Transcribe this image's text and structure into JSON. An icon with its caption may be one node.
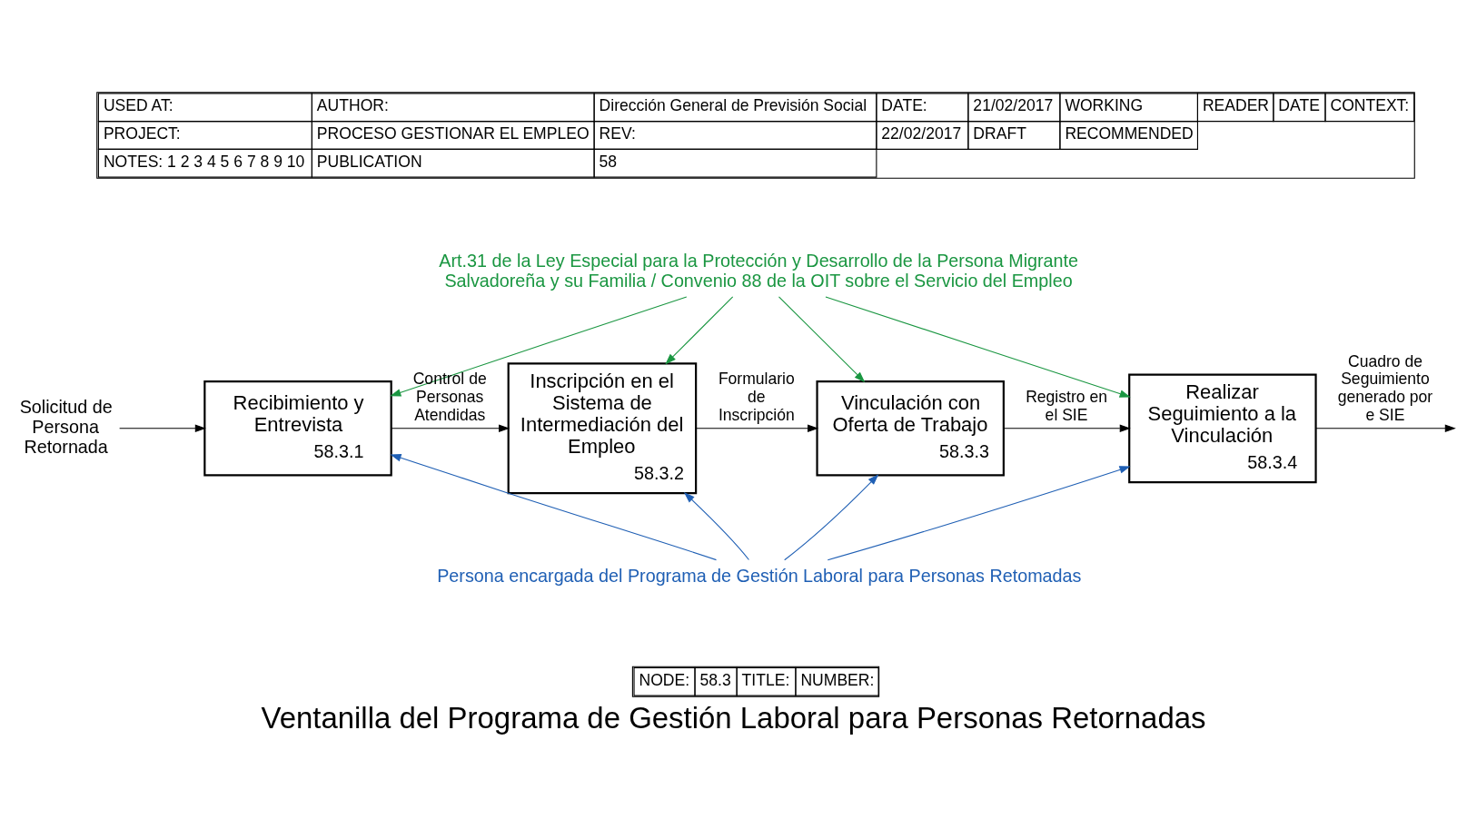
{
  "diagram": {
    "title": "Ventanilla del Programa de Gestión Laboral para Personas Retornadas",
    "nodes": [
      {
        "text": [
          "Art.31 de la Ley Especial para la Protección y Desarrollo de la Persona Migrante Salvadoreña y su Familia / Convenio 88 de la OIT sobre el Servicio del Empleo"
        ]
      },
      {
        "text": [
          "Solicitud de Persona Retornada"
        ]
      },
      {
        "text": [
          "Recibimiento y Entrevista",
          "58.3.1"
        ]
      },
      {
        "text": [
          "Inscripción en el Sistema de Intermediación del Empleo",
          "58.3.2"
        ]
      },
      {
        "text": [
          "Vinculación con Oferta de Trabajo",
          "58.3.3"
        ]
      },
      {
        "text": [
          "Realizar Seguimiento a la Vinculación",
          "58.3.4"
        ]
      },
      {
        "text": [
          "Persona encargada del Programa de Gestión Laboral para Personas Retomadas"
        ]
      }
    ],
    "edges": [
      {
        "from": 0,
        "to": 2,
        "arrow": "to",
        "color": "#1a9641"
      },
      {
        "from": 0,
        "to": 3,
        "arrow": "to",
        "color": "#1a9641"
      },
      {
        "from": 0,
        "to": 4,
        "arrow": "to",
        "color": "#1a9641"
      },
      {
        "from": 0,
        "to": 5,
        "arrow": "to",
        "color": "#1a9641"
      },
      {
        "from": 1,
        "to": 2,
        "arrow": "to"
      },
      {
        "from": 2,
        "to": 3,
        "arrow": "to",
        "label": "Control de Personas Atendidas"
      },
      {
        "from": 3,
        "to": 4,
        "arrow": "to",
        "label": "Formulario de Inscripción"
      },
      {
        "from": 4,
        "to": 5,
        "arrow": "to",
        "label": "Registro en el SIE"
      },
      {
        "from": 5,
        "to": null,
        "arrow": "to",
        "label": "Cuadro de Seguimiento generado por e SIE"
      },
      {
        "from": 6,
        "to": 2,
        "arrow": "to",
        "color": "#1f5fb4"
      },
      {
        "from": 6,
        "to": 3,
        "arrow": "to",
        "color": "#1f5fb4"
      },
      {
        "from": 6,
        "to": 4,
        "arrow": "to",
        "color": "#1f5fb4"
      },
      {
        "from": 6,
        "to": 5,
        "arrow": "to",
        "color": "#1f5fb4"
      }
    ],
    "labels": [
      "USED AT:",
      "AUTHOR:",
      "Dirección General de Previsión Social",
      "DATE:",
      "21/02/2017",
      "WORKING",
      "READER",
      "DATE",
      "CONTEXT:",
      "PROJECT:",
      "PROCESO GESTIONAR EL EMPLEO",
      "REV:",
      "22/02/2017",
      "DRAFT",
      "RECOMMENDED",
      "NOTES: 1 2 3 4 5 6 7 8 9 10",
      "PUBLICATION",
      "58",
      "NODE:",
      "58.3",
      "TITLE:",
      "NUMBER:"
    ]
  }
}
